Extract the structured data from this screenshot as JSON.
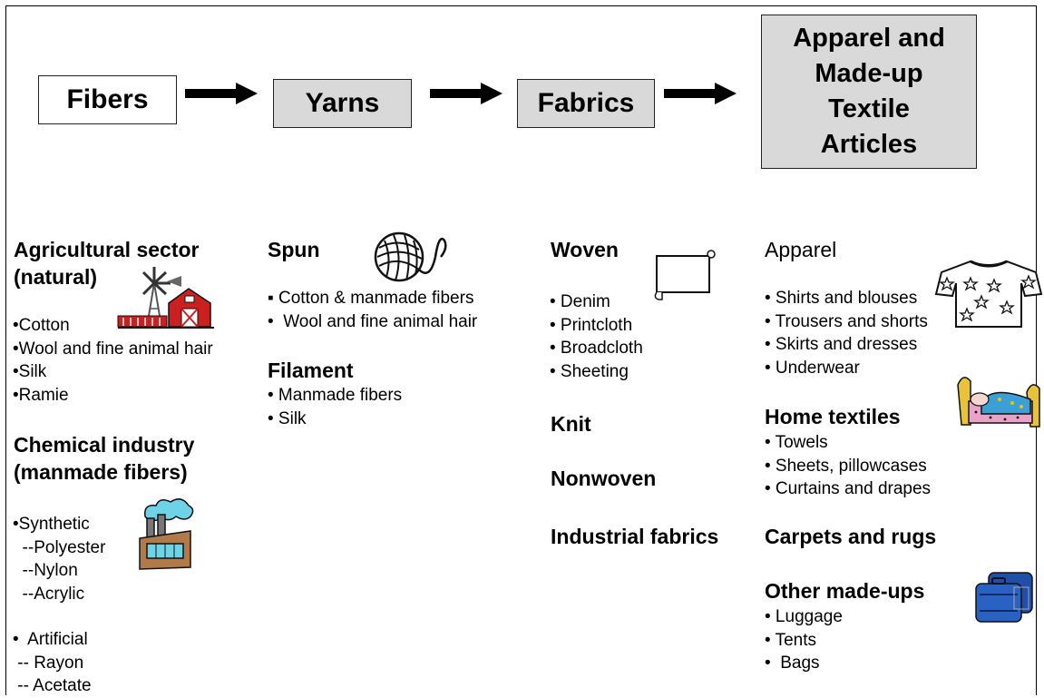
{
  "stages": {
    "fibers": "Fibers",
    "yarns": "Yarns",
    "fabrics": "Fabrics",
    "apparel": [
      "Apparel and",
      "Made-up",
      "Textile",
      "Articles"
    ]
  },
  "fibers_col": {
    "agri_title": [
      "Agricultural sector",
      "(natural)"
    ],
    "agri_items": [
      "•Cotton",
      "•Wool and fine animal hair",
      "•Silk",
      "•Ramie"
    ],
    "chem_title": [
      "Chemical industry",
      "(manmade fibers)"
    ],
    "synthetic_items": [
      "•Synthetic",
      "  --Polyester",
      "  --Nylon",
      "  --Acrylic"
    ],
    "artificial_items": [
      "•  Artificial",
      " -- Rayon",
      " -- Acetate"
    ]
  },
  "yarns_col": {
    "spun_title": "Spun",
    "spun_items": [
      "▪ Cotton & manmade fibers",
      "•  Wool and fine animal hair"
    ],
    "filament_title": "Filament",
    "filament_items": [
      "• Manmade fibers",
      "• Silk"
    ]
  },
  "fabrics_col": {
    "woven_title": "Woven",
    "woven_items": [
      "• Denim",
      "• Printcloth",
      "• Broadcloth",
      "• Sheeting"
    ],
    "knit": "Knit",
    "nonwoven": "Nonwoven",
    "industrial": "Industrial fabrics"
  },
  "articles_col": {
    "apparel_title": "Apparel",
    "apparel_items": [
      "• Shirts and blouses",
      "• Trousers and shorts",
      "• Skirts and dresses",
      "• Underwear"
    ],
    "home_title": "Home textiles",
    "home_items": [
      "• Towels",
      "• Sheets, pillowcases",
      "• Curtains and drapes"
    ],
    "carpets": "Carpets and rugs",
    "other_title": "Other made-ups",
    "other_items": [
      "• Luggage",
      "• Tents",
      "•  Bags"
    ]
  },
  "icons": [
    "farm-icon",
    "yarn-ball-icon",
    "fabric-scroll-icon",
    "sweater-icon",
    "bed-icon",
    "factory-icon",
    "luggage-icon"
  ],
  "colors": {
    "box_fill": "#d9d9d9",
    "barn_red": "#cc1f1f",
    "factory_cyan": "#6fd3e8",
    "luggage_blue": "#1f4fa8"
  }
}
